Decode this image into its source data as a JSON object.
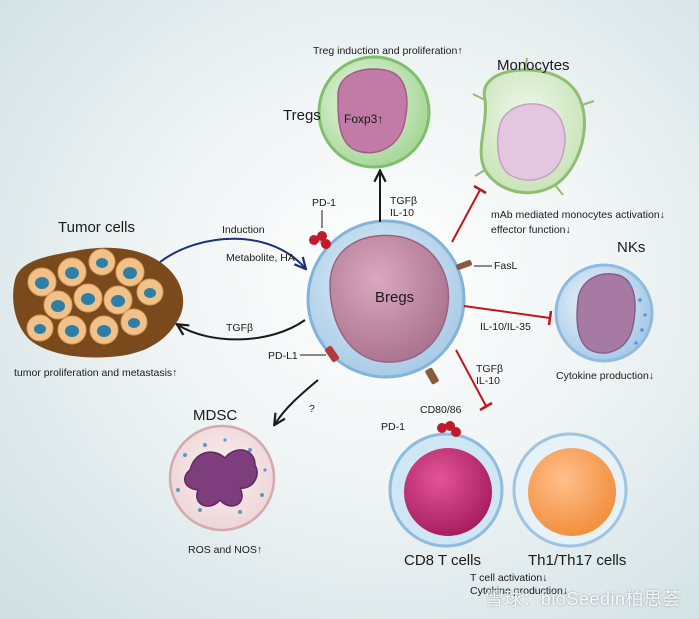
{
  "labels": {
    "tregs": "Tregs",
    "treg_effect": "Treg induction and proliferation↑",
    "foxp3": "Foxp3↑",
    "monocytes": "Monocytes",
    "mono_effect_1": "mAb mediated monocytes activation↓",
    "mono_effect_2": "effector function↓",
    "nks": "NKs",
    "nk_effect": "Cytokine production↓",
    "tumor": "Tumor cells",
    "tumor_effect": "tumor proliferation and metastasis↑",
    "induction": "Induction",
    "metabolite": "Metabolite, HA",
    "tgfb_left": "TGFβ",
    "pd1_top": "PD-1",
    "pdl1": "PD-L1",
    "bregs": "Bregs",
    "tgfb_top": "TGFβ",
    "il10_top": "IL-10",
    "fasl": "FasL",
    "il10_il35": "IL-10/IL-35",
    "tgfb_lower": "TGFβ",
    "il10_lower": "IL-10",
    "cd8086": "CD80/86",
    "pd1_lower": "PD-1",
    "question": "?",
    "mdsc": "MDSC",
    "mdsc_effect": "ROS and NOS↑",
    "cd8": "CD8 T cells",
    "th": "Th1/Th17 cells",
    "t_effect_1": "T cell activation↓",
    "t_effect_2": "Cytokine production↓",
    "watermark": "雪球：bioSeedin柏思荟"
  },
  "colors": {
    "activation_arrow": "#1a1a1a",
    "inhibition_arrow": "#c0151a",
    "induction_arrow": "#1c2f7a",
    "breg_body": "#c48aa4",
    "breg_membrane": "#b9d7ec"
  }
}
